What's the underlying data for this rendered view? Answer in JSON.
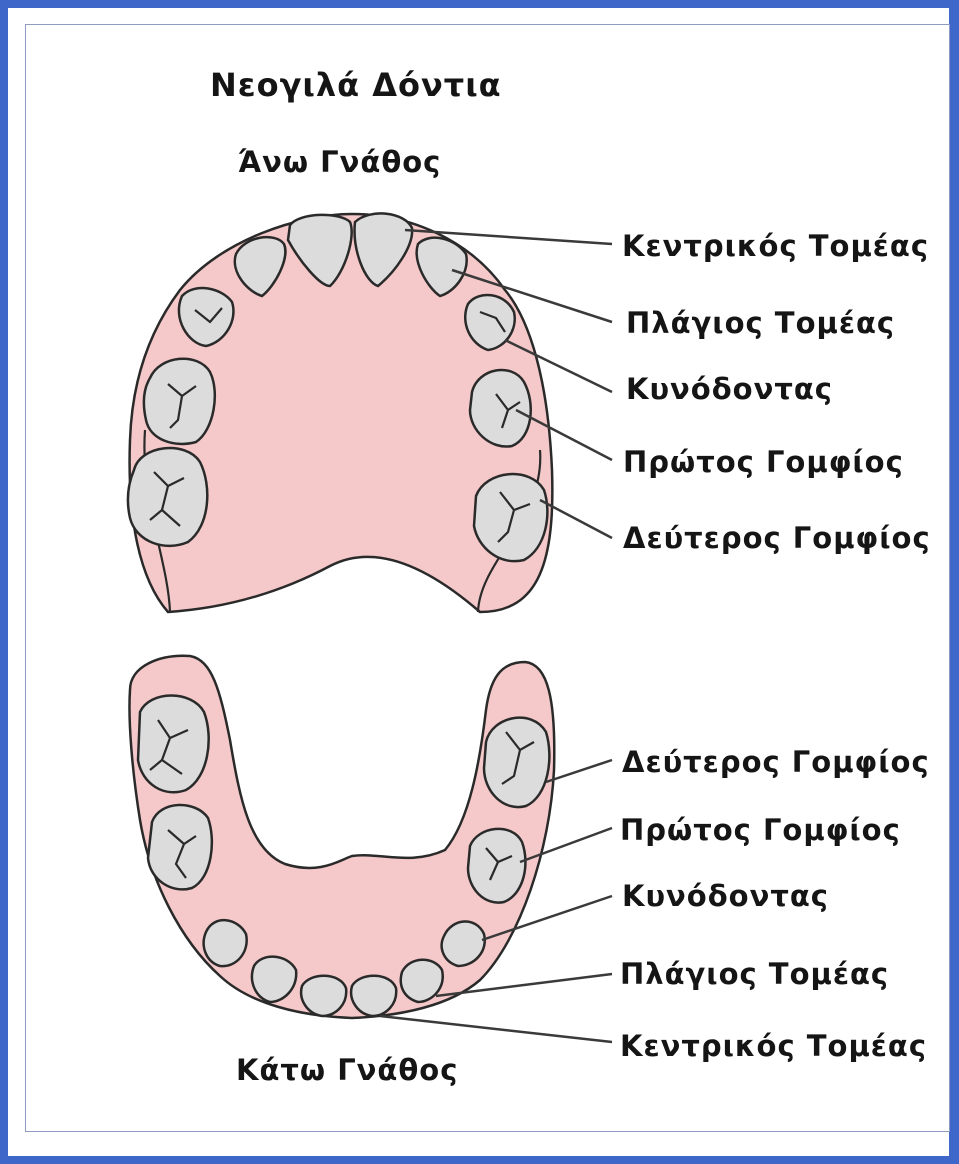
{
  "title": "Νεογιλά Δόντια",
  "upper_jaw": {
    "label": "Άνω Γνάθος",
    "teeth_labels": [
      "Κεντρικός Τομέας",
      "Πλάγιος Τομέας",
      "Κυνόδοντας",
      "Πρώτος Γομφίος",
      "Δεύτερος Γομφίος"
    ]
  },
  "lower_jaw": {
    "label": "Κάτω Γνάθος",
    "teeth_labels": [
      "Δεύτερος Γομφίος",
      "Πρώτος Γομφίος",
      "Κυνόδοντας",
      "Πλάγιος Τομέας",
      "Κεντρικός Τομέας"
    ]
  },
  "colors": {
    "background": "#3f67c9",
    "gum": "#f5c9c9",
    "tooth": "#dcdcdc",
    "outline": "#2a2a2a"
  }
}
